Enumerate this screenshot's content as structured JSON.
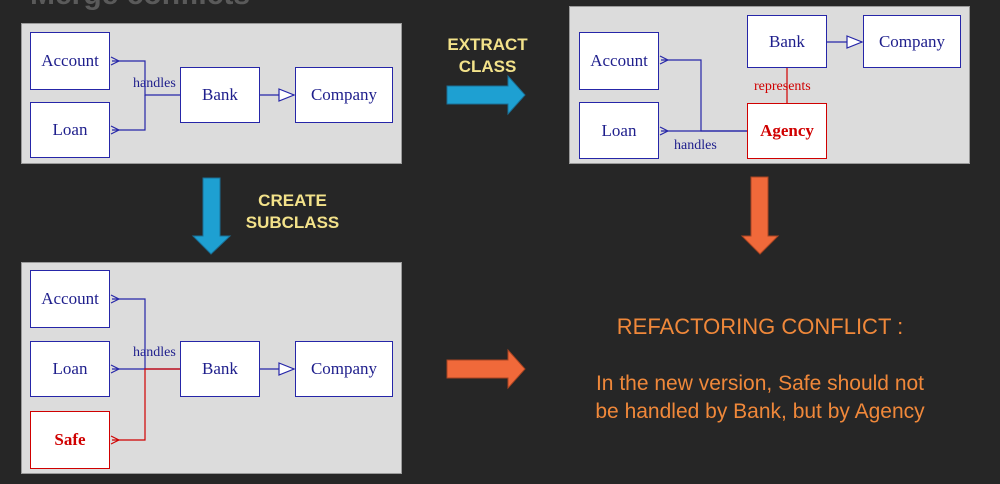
{
  "slide_title": "Merge conflicts",
  "original": {
    "account": "Account",
    "loan": "Loan",
    "bank": "Bank",
    "company": "Company",
    "handles": "handles"
  },
  "extract": {
    "label_line1": "EXTRACT",
    "label_line2": "CLASS",
    "account": "Account",
    "loan": "Loan",
    "bank": "Bank",
    "company": "Company",
    "agency": "Agency",
    "represents": "represents",
    "handles": "handles"
  },
  "subclass": {
    "label_line1": "CREATE",
    "label_line2": "SUBCLASS",
    "account": "Account",
    "loan": "Loan",
    "bank": "Bank",
    "company": "Company",
    "safe": "Safe",
    "handles": "handles"
  },
  "conflict": {
    "title": "REFACTORING CONFLICT :",
    "line1": "In the new version, Safe should not",
    "line2": "be handled by Bank, but by Agency"
  },
  "colors": {
    "blue_arrow": "#1ea0d2",
    "orange_arrow": "#f0693a",
    "conflict_text": "#f0883a"
  }
}
